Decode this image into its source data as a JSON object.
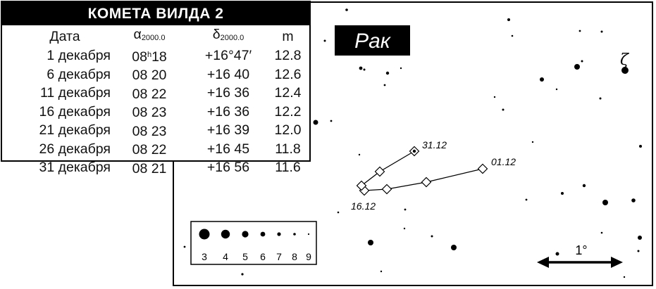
{
  "table": {
    "title": "КОМЕТА ВИЛДА 2",
    "headers": {
      "date": "Дата",
      "ra_symbol": "α",
      "ra_sub": "2000.0",
      "dec_symbol": "δ",
      "dec_sub": "2000.0",
      "mag": "m"
    },
    "rows": [
      {
        "date": "1 декабря",
        "ra_h": "08",
        "ra_hmark": "h",
        "ra_m": "18",
        "dec": "+16°47′",
        "mag": "12.8"
      },
      {
        "date": "6 декабря",
        "ra_h": "08",
        "ra_hmark": "",
        "ra_m": " 20",
        "dec": "+16 40",
        "mag": "12.6"
      },
      {
        "date": "11 декабря",
        "ra_h": "08",
        "ra_hmark": "",
        "ra_m": " 22",
        "dec": "+16 36",
        "mag": "12.4"
      },
      {
        "date": "16 декабря",
        "ra_h": "08",
        "ra_hmark": "",
        "ra_m": " 23",
        "dec": "+16 36",
        "mag": "12.2"
      },
      {
        "date": "21 декабря",
        "ra_h": "08",
        "ra_hmark": "",
        "ra_m": " 23",
        "dec": "+16 39",
        "mag": "12.0"
      },
      {
        "date": "26 декабря",
        "ra_h": "08",
        "ra_hmark": "",
        "ra_m": " 22",
        "dec": "+16 45",
        "mag": "11.8"
      },
      {
        "date": "31 декабря",
        "ra_h": "08",
        "ra_hmark": "",
        "ra_m": " 21",
        "dec": "+16 56",
        "mag": "11.6"
      }
    ]
  },
  "map": {
    "constellation_label": "Рак",
    "star_zeta_label": "ζ",
    "path_labels": {
      "start": "01.12",
      "mid": "16.12",
      "end": "31.12"
    },
    "scale_label": "1°",
    "legend_magnitudes": [
      "3",
      "4",
      "5",
      "6",
      "7",
      "8",
      "9"
    ]
  }
}
